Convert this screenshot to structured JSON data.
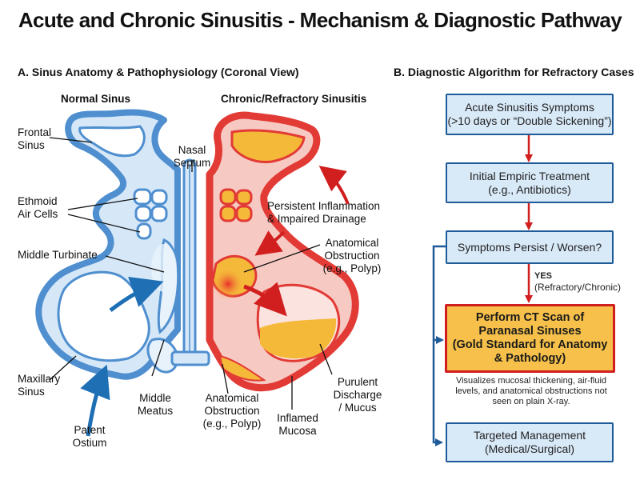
{
  "title": "Acute and Chronic Sinusitis - Mechanism & Diagnostic Pathway",
  "panel_a": {
    "heading": "A. Sinus Anatomy & Pathophysiology (Coronal View)",
    "normal_heading": "Normal Sinus",
    "chronic_heading": "Chronic/Refractory Sinusitis",
    "labels": {
      "frontal_sinus": [
        "Frontal",
        "Sinus"
      ],
      "ethmoid_cells": [
        "Ethmoid",
        "Air Cells"
      ],
      "middle_turbinate": "Middle Turbinate",
      "maxillary_sinus": [
        "Maxillary",
        "Sinus"
      ],
      "patent_ostium": [
        "Patent",
        "Ostium"
      ],
      "middle_meatus": [
        "Middle",
        "Meatus"
      ],
      "nasal_septum": [
        "Nasal",
        "Septum"
      ],
      "persistent_inflammation": [
        "Persistent Inflammation",
        "& Impaired Drainage"
      ],
      "obstruction_upper": [
        "Anatomical",
        "Obstruction",
        "(e.g., Polyp)"
      ],
      "obstruction_lower": [
        "Anatomical",
        "Obstruction",
        "(e.g., Polyp)"
      ],
      "purulent_discharge": [
        "Purulent",
        "Discharge",
        "/ Mucus"
      ],
      "inflamed_mucosa": [
        "Inflamed",
        "Mucosa"
      ]
    }
  },
  "panel_b": {
    "heading": "B. Diagnostic Algorithm for Refractory Cases",
    "steps": [
      {
        "lines": [
          "Acute Sinusitis Symptoms",
          "(>10 days or “Double Sickening”)"
        ]
      },
      {
        "lines": [
          "Initial Empiric Treatment",
          "(e.g., Antibiotics)"
        ]
      },
      {
        "lines": [
          "Symptoms Persist / Worsen?"
        ]
      },
      {
        "lines": [
          "Perform CT Scan of",
          "Paranasal Sinuses",
          "(Gold Standard for Anatomy",
          "& Pathology)"
        ]
      },
      {
        "lines": [
          "Targeted Management",
          "(Medical/Surgical)"
        ]
      }
    ],
    "yes_label": "YES",
    "yes_detail": "(Refractory/Chronic)",
    "ct_note": [
      "Visualizes mucosal thickening, air-fluid",
      "levels, and anatomical obstructions not",
      "seen on plain X-ray."
    ]
  },
  "colors": {
    "normal_outline": "#4f8fcf",
    "normal_fill": "#d6e8f8",
    "inflamed_outline": "#e23a35",
    "inflamed_fill": "#f7c9c3",
    "pus_fill": "#f5b93a",
    "flow_box_fill": "#d8e9f8",
    "flow_box_border": "#1f5b99",
    "highlight_fill": "#f6c04a",
    "arrow_red": "#d11f1f",
    "arrow_blue": "#1f6fb5"
  }
}
